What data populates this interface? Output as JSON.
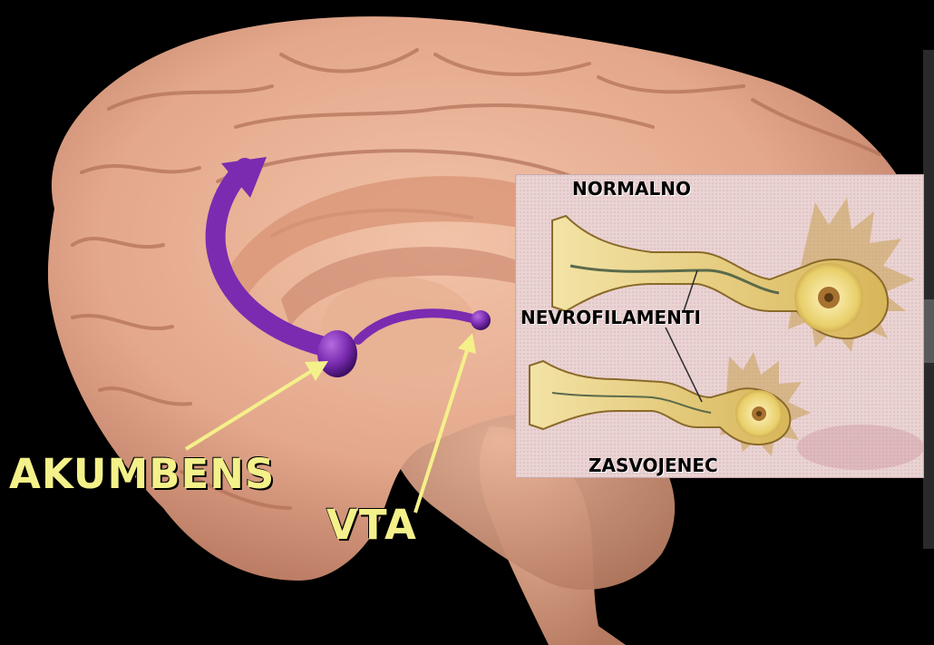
{
  "labels": {
    "nucleus": "AKUMBENS",
    "vta": "VTA"
  },
  "inset": {
    "normal": "NORMALNO",
    "neurofilaments": "NEVROFILAMENTI",
    "addict": "ZASVOJENEC"
  },
  "colors": {
    "background": "#000000",
    "brain": "#e4a88c",
    "pathway": "#7a2bb0",
    "arrow": "#f4f08a",
    "label": "#f4f08a",
    "inset_bg": "#ead3d3",
    "neuron": "#e8cf6a"
  }
}
